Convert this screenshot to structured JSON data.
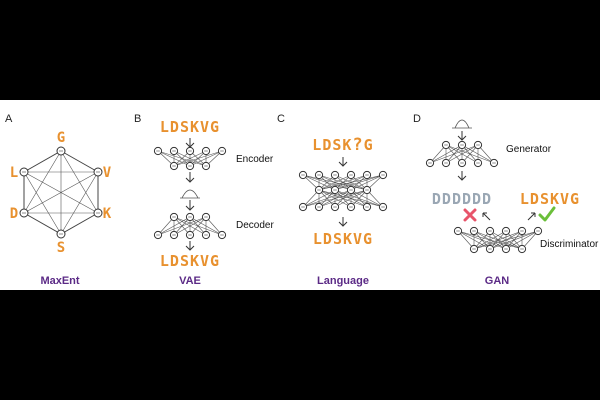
{
  "panels": {
    "A": {
      "letter": "A",
      "title": "MaxEnt",
      "residues": [
        "G",
        "V",
        "K",
        "S",
        "D",
        "L"
      ]
    },
    "B": {
      "letter": "B",
      "title": "VAE",
      "input_seq": "LDSKVG",
      "output_seq": "LDSKVG",
      "encoder_label": "Encoder",
      "decoder_label": "Decoder"
    },
    "C": {
      "letter": "C",
      "title": "Language",
      "masked_prefix": "LDSK",
      "masked_char": "?",
      "masked_suffix": "G",
      "output_seq": "LDSKVG"
    },
    "D": {
      "letter": "D",
      "title": "GAN",
      "generator_label": "Generator",
      "discriminator_label": "Discriminator",
      "fake_seq": "DDDDDD",
      "real_seq": "LDSKVG"
    }
  },
  "colors": {
    "residue": "#e8912f",
    "title": "#5b2a86",
    "mask": "#d6337a",
    "fake": "#9aa7b4",
    "reject": "#e8546a",
    "accept": "#6bbf3a"
  },
  "icons": {
    "reject": "x-icon",
    "accept": "check-icon"
  }
}
